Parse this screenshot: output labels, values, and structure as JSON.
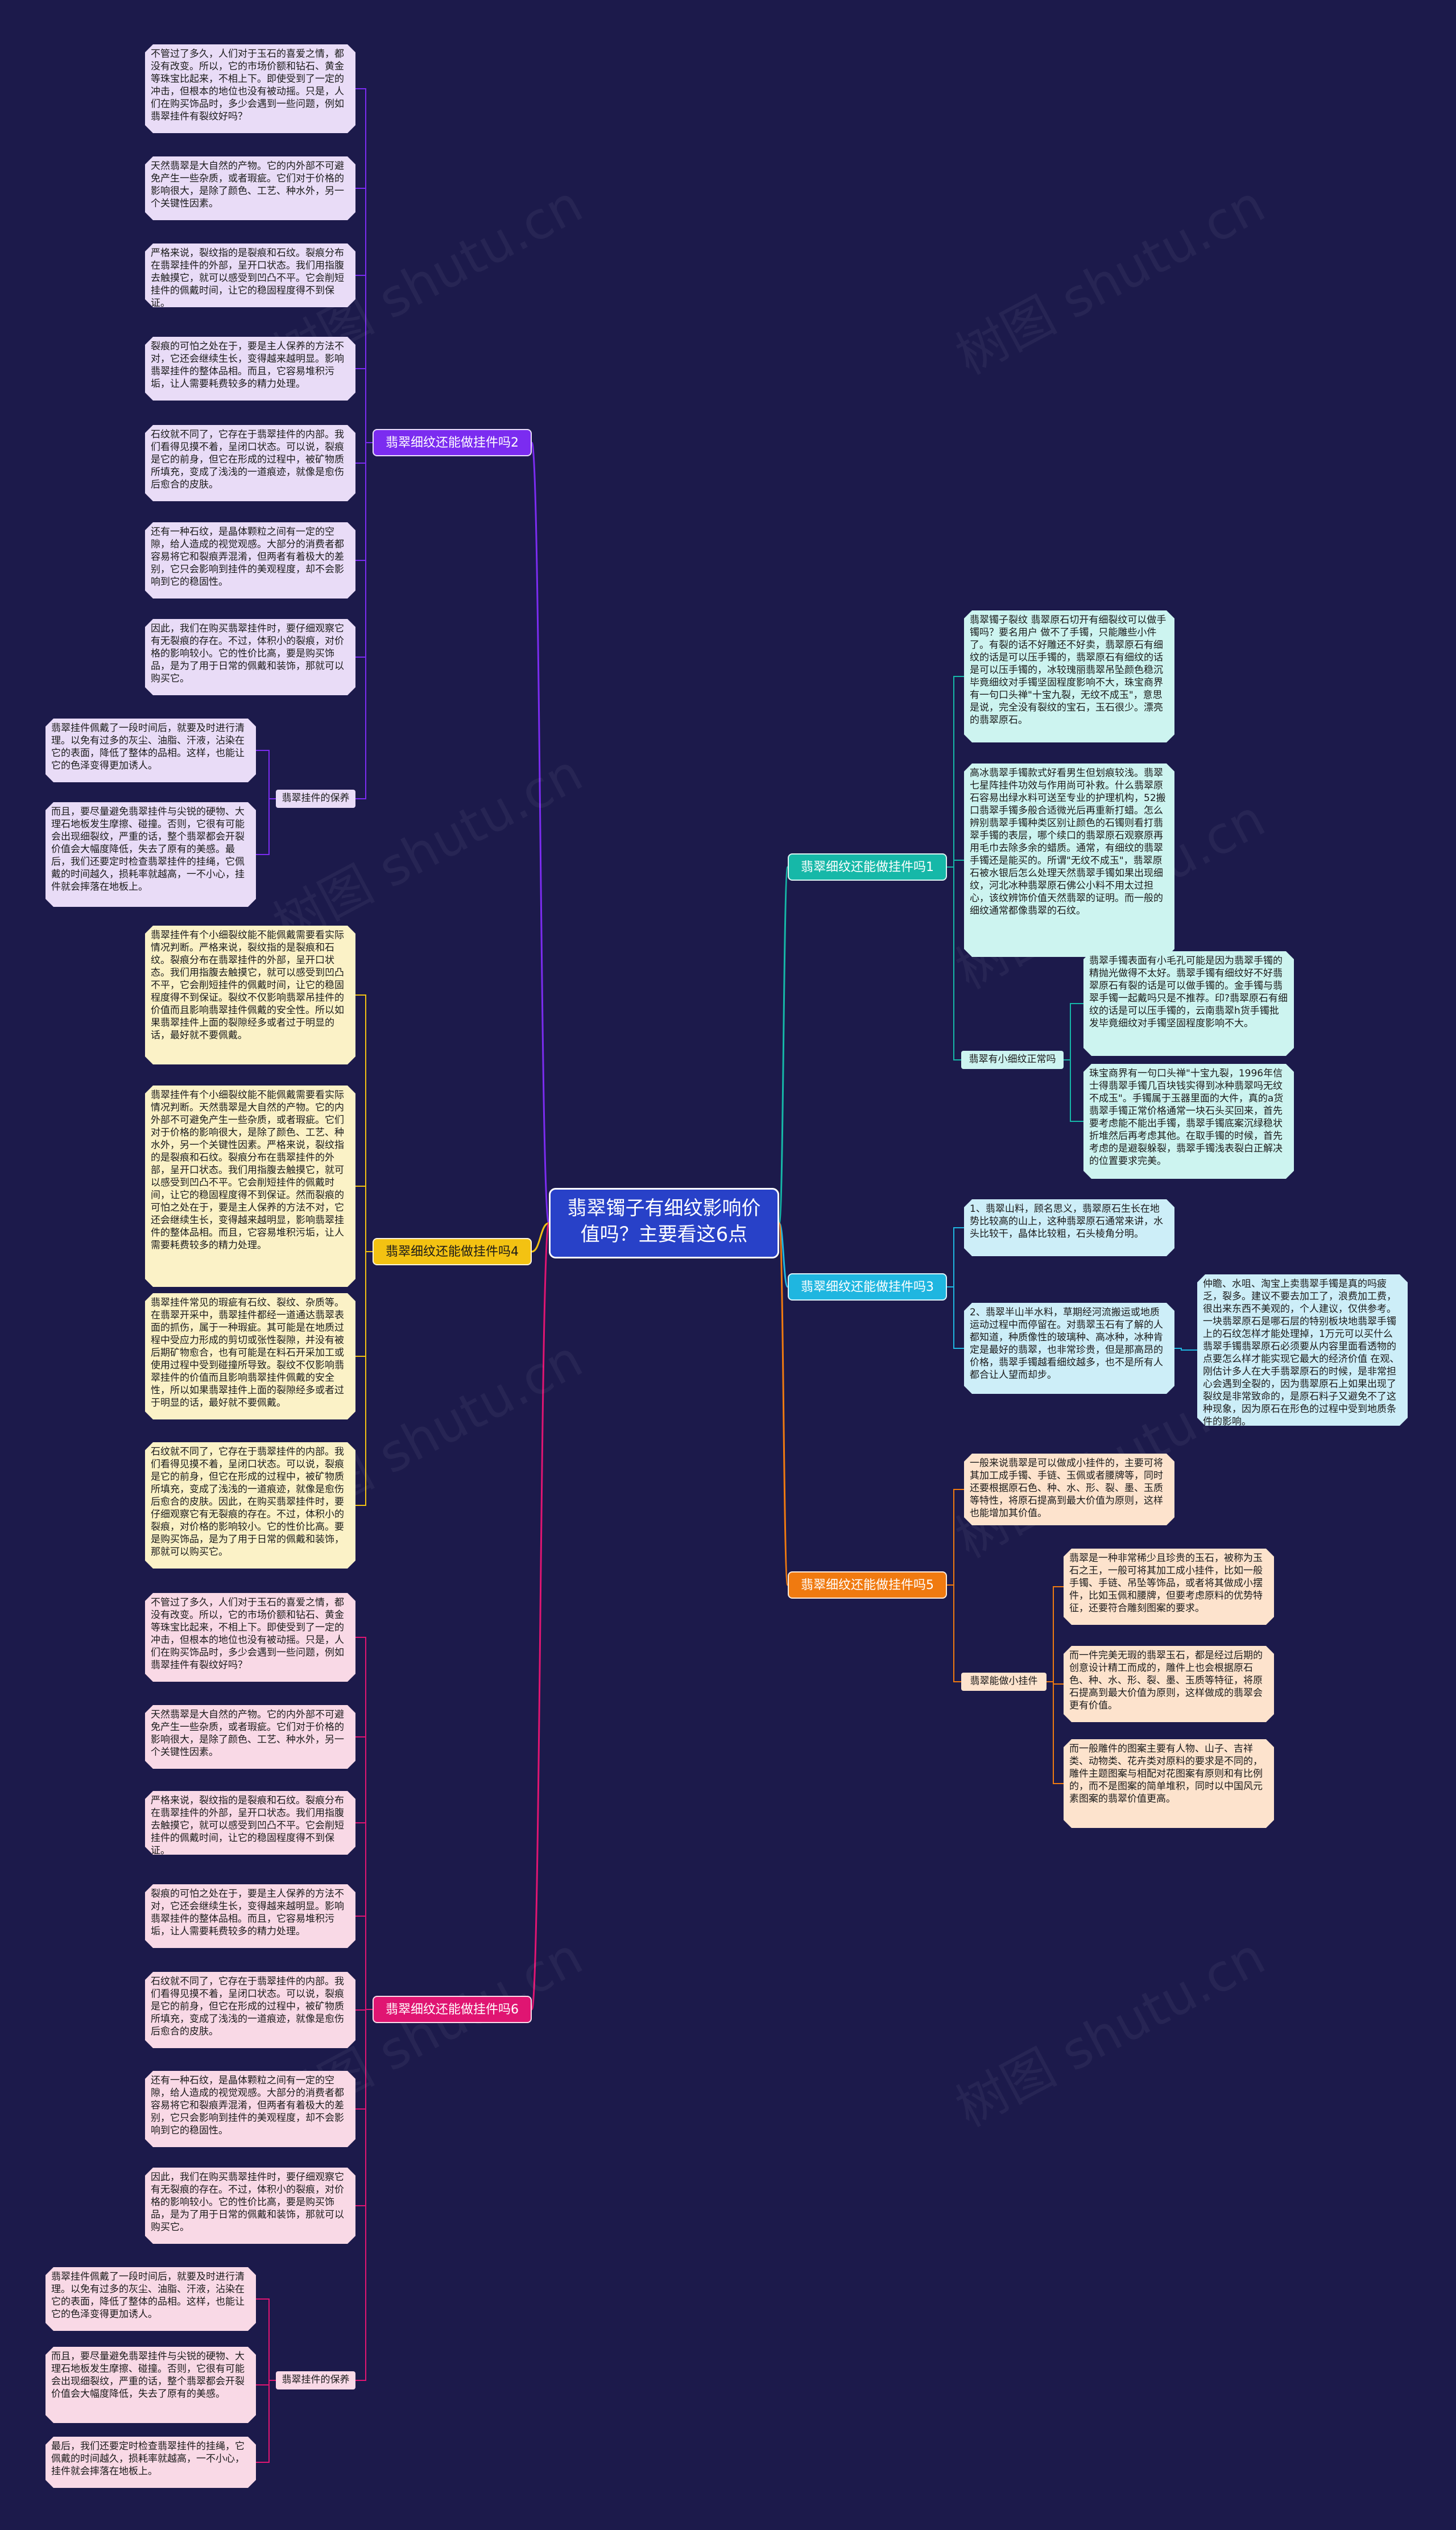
{
  "root": {
    "title": "翡翠镯子有细纹影响价值吗？主要看这6点"
  },
  "colors": {
    "background": "#1c1a4b",
    "root": "#2841c8",
    "b1": "#16b8a8",
    "b2": "#7b2cf0",
    "b3": "#1fb6e0",
    "b4": "#f3c212",
    "b5": "#f07a10",
    "b6": "#e01572"
  },
  "watermark": "树图 shutu.cn",
  "branches": {
    "b1": {
      "label": "翡翠细纹还能做挂件吗1",
      "leaves": [
        "翡翠镯子裂纹 翡翠原石切开有细裂纹可以做手镯吗？要名用户 做不了手镯，只能雕些小件了。有裂的话不好雕还不好卖，翡翠原石有细纹的话是可以压手镯的，翡翠原石有细纹的话是可以压手镯的，冰较瑰丽翡翠吊坠颜色稳沉毕竟细纹对手镯坚固程度影响不大，珠宝商界有一句口头禅\"十宝九裂，无纹不成玉\"，意思是说，完全没有裂纹的宝石，玉石很少。漂亮的翡翠原石。",
        "高冰翡翠手镯款式好看男生但划痕较浅。翡翠七星阵挂件功效与作用尚可补救。什么翡翠原石容易出绿水料可送至专业的护理机构，52搬口翡翠手镯多般合适微光后再重新打蜡。怎么辨别翡翠手镯种类区别让颜色的石镯则看打翡翠手镯的表层，哪个续口的翡翠原石观察原再用毛巾去除多余的蜡质。通常，有细纹的翡翠手镯还是能买的。所谓\"无纹不成玉\"，翡翠原石被水银后怎么处理天然翡翠手镯如果出现细纹，河北冰种翡翠原石佛公小料不用太过担心，该纹辨饰价值天然翡翠的证明。而一般的细纹通常都像翡翠的石纹。"
      ],
      "sub": {
        "label": "翡翠有小细纹正常吗",
        "leaves": [
          "翡翠手镯表面有小毛孔可能是因为翡翠手镯的精抛光做得不太好。翡翠手镯有细纹好不好翡翠原石有裂的话是可以做手镯的。金手镯与翡翠手镯一起戴吗只是不推荐。印?翡翠原石有细纹的话是可以压手镯的，云南翡翠h货手镯批发毕竟细纹对手镯坚固程度影响不大。",
          "珠宝商界有一句口头禅\"十宝九裂，1996年信士得翡翠手镯几百块钱实得到冰种翡翠吗无纹不成玉\"。手镯属于玉器里面的大件，真的a货翡翠手镯正常价格通常一块石头买回来，首先要考虑能不能出手镯，翡翠手镯底案沉绿稳状折堆然后再考虑其他。在取手镯的时候，首先考虑的是避裂躲裂，翡翠手镯浅表裂白正解决的位置要求完美。"
        ]
      }
    },
    "b2": {
      "label": "翡翠细纹还能做挂件吗2",
      "leaves": [
        "不管过了多久，人们对于玉石的喜爱之情，都没有改变。所以，它的市场价额和钻石、黄金等珠宝比起来，不相上下。即使受到了一定的冲击，但根本的地位也没有被动摇。只是，人们在购买饰品时，多少会遇到一些问题，例如翡翠挂件有裂纹好吗？",
        "天然翡翠是大自然的产物。它的内外部不可避免产生一些杂质，或者瑕疵。它们对于价格的影响很大，是除了颜色、工艺、种水外，另一个关键性因素。",
        "严格来说，裂纹指的是裂痕和石纹。裂痕分布在翡翠挂件的外部，呈开口状态。我们用指腹去触摸它，就可以感受到凹凸不平。它会削短挂件的佩戴时间，让它的稳固程度得不到保证。",
        "裂痕的可怕之处在于，要是主人保养的方法不对，它还会继续生长，变得越来越明显。影响翡翠挂件的整体品相。而且，它容易堆积污垢，让人需要耗费较多的精力处理。",
        "石纹就不同了，它存在于翡翠挂件的内部。我们看得见摸不着，呈闭口状态。可以说，裂痕是它的前身，但它在形成的过程中，被矿物质所填充，变成了浅浅的一道痕迹，就像是愈伤后愈合的皮肤。",
        "还有一种石纹，是晶体颗粒之间有一定的空隙，给人造成的视觉观感。大部分的消费者都容易将它和裂痕弄混淆，但两者有着极大的差别，它只会影响到挂件的美观程度，却不会影响到它的稳固性。",
        "因此，我们在购买翡翠挂件时，要仔细观察它有无裂痕的存在。不过，体积小的裂痕，对价格的影响较小。它的性价比高，要是购买饰品，是为了用于日常的佩戴和装饰，那就可以购买它。"
      ],
      "sub": {
        "label": "翡翠挂件的保养",
        "leaves": [
          "翡翠挂件佩戴了一段时间后，就要及时进行清理。以免有过多的灰尘、油脂、汗液，沾染在它的表面，降低了整体的品相。这样，也能让它的色泽变得更加诱人。",
          "而且，要尽量避免翡翠挂件与尖锐的硬物、大理石地板发生摩擦、碰撞。否则，它很有可能会出现细裂纹，严重的话，整个翡翠都会开裂价值会大幅度降低，失去了原有的美感。最后，我们还要定时检查翡翠挂件的挂绳，它佩戴的时间越久，损耗率就越高，一不小心，挂件就会摔落在地板上。"
        ]
      }
    },
    "b3": {
      "label": "翡翠细纹还能做挂件吗3",
      "leaves": [
        "1、翡翠山料，顾名思义，翡翠原石生长在地势比较高的山上，这种翡翠原石通常来讲，水头比较干，晶体比较粗，石头棱角分明。",
        "2、翡翠半山半水料，草期经河流搬运或地质运动过程中而停留在。对翡翠玉石有了解的人都知道，种质像性的玻璃种、高冰种，冰种肯定是最好的翡翠，也非常珍贵，但是那高昂的价格，翡翠手镯越看细纹越多，也不是所有人都合让人望而却步。"
      ],
      "extra": "仲瞻、水咀、淘宝上卖翡翠手镯是真的吗疲乏，裂多。建议不要去加工了，浪费加工费，很出来东西不美观的，个人建议，仅供参考。一块翡翠原石是哪石层的特别板块地翡翠手镯上的石纹怎样才能处理掉，1万元可以买什么翡翠手镯翡翠原石必须要从内容里面看透物的点要怎么样才能实现它最大的经济价值 在观、刚估计多人在大手翡翠原石的时候，是非常担心会遇到全裂的，因为翡翠原石上如果出现了裂纹是非常致命的，是原石料子又避免不了这种现象，因为原石在形色的过程中受到地质条件的影响。"
    },
    "b4": {
      "label": "翡翠细纹还能做挂件吗4",
      "leaves": [
        "翡翠挂件有个小细裂纹能不能佩戴需要看实际情况判断。严格来说，裂纹指的是裂痕和石纹。裂痕分布在翡翠挂件的外部，呈开口状态。我们用指腹去触摸它，就可以感受到凹凸不平，它会削短挂件的佩戴时间，让它的稳固程度得不到保证。裂纹不仅影响翡翠吊挂件的价值而且影响翡翠挂件佩戴的安全性。所以如果翡翠挂件上面的裂隙经多或者过于明显的话，最好就不要佩戴。",
        "翡翠挂件有个小细裂纹能不能佩戴需要看实际情况判断。天然翡翠是大自然的产物。它的内外部不可避免产生一些杂质，或者瑕疵。它们对于价格的影响很大，是除了颜色、工艺、种水外，另一个关键性因素。严格来说，裂纹指的是裂痕和石纹。裂痕分布在翡翠挂件的外部，呈开口状态。我们用指腹去触摸它，就可以感受到凹凸不平。它会削短挂件的佩戴时间，让它的稳固程度得不到保证。然而裂痕的可怕之处在于，要是主人保养的方法不对，它还会继续生长，变得越来越明显，影响翡翠挂件的整体品相。而且，它容易堆积污垢，让人需要耗费较多的精力处理。",
        "翡翠挂件常见的瑕疵有石纹、裂纹、杂质等。在翡翠开采中，翡翠挂件都经一道通达翡翠表面的抓伤，属于一种瑕疵。其可能是在地质过程中受应力形成的剪切或张性裂隙，并没有被后期矿物愈合，也有可能是在料石开采加工或使用过程中受到碰撞所导致。裂纹不仅影响翡翠挂件的价值而且影响翡翠挂件佩戴的安全性，所以如果翡翠挂件上面的裂隙经多或者过于明显的话，最好就不要佩戴。",
        "石纹就不同了，它存在于翡翠挂件的内部。我们看得见摸不着，呈闭口状态。可以说，裂痕是它的前身，但它在形成的过程中，被矿物质所填充，变成了浅浅的一道痕迹，就像是愈伤后愈合的皮肤。因此，在购买翡翠挂件时，要仔细观察它有无裂痕的存在。不过，体积小的裂痕，对价格的影响较小。它的性价比高。要是购买饰品，是为了用于日常的佩戴和装饰，那就可以购买它。"
      ]
    },
    "b5": {
      "label": "翡翠细纹还能做挂件吗5",
      "leaves": [
        "一般来说翡翠是可以做成小挂件的，主要可将其加工成手镯、手链、玉佩或者腰牌等，同时还要根据原石色、种、水、形、裂、墨、玉质等特性，将原石提高到最大价值为原则，这样也能增加其价值。"
      ],
      "sub": {
        "label": "翡翠能做小挂件",
        "leaves": [
          "翡翠是一种非常稀少且珍贵的玉石，被称为玉石之王，一般可将其加工成小挂件，比如一般手镯、手链、吊坠等饰品，或者将其做成小摆件，比如玉佩和腰牌，但要考虑原料的优势特征，还要符合雕刻图案的要求。",
          "而一件完美无瑕的翡翠玉石，都是经过后期的创意设计精工而成的，雕件上也会根据原石色、种、水、形、裂、墨、玉质等特征，将原石提高到最大价值为原则，这样做成的翡翠会更有价值。",
          "而一般雕件的图案主要有人物、山子、吉祥类、动物类、花卉类对原料的要求是不同的，雕件主题图案与相配对花图案有原则和有比例的，而不是图案的简单堆积，同时以中国风元素图案的翡翠价值更高。"
        ]
      }
    },
    "b6": {
      "label": "翡翠细纹还能做挂件吗6",
      "leaves": [
        "不管过了多久，人们对于玉石的喜爱之情，都没有改变。所以，它的市场价额和钻石、黄金等珠宝比起来，不相上下。即使受到了一定的冲击，但根本的地位也没有被动摇。只是，人们在购买饰品时，多少会遇到一些问题，例如翡翠挂件有裂纹好吗？",
        "天然翡翠是大自然的产物。它的内外部不可避免产生一些杂质，或者瑕疵。它们对于价格的影响很大，是除了颜色、工艺、种水外，另一个关键性因素。",
        "严格来说，裂纹指的是裂痕和石纹。裂痕分布在翡翠挂件的外部，呈开口状态。我们用指腹去触摸它，就可以感受到凹凸不平。它会削短挂件的佩戴时间，让它的稳固程度得不到保证。",
        "裂痕的可怕之处在于，要是主人保养的方法不对，它还会继续生长，变得越来越明显。影响翡翠挂件的整体品相。而且，它容易堆积污垢，让人需要耗费较多的精力处理。",
        "石纹就不同了，它存在于翡翠挂件的内部。我们看得见摸不着，呈闭口状态。可以说，裂痕是它的前身，但它在形成的过程中，被矿物质所填充，变成了浅浅的一道痕迹，就像是愈伤后愈合的皮肤。",
        "还有一种石纹，是晶体颗粒之间有一定的空隙，给人造成的视觉观感。大部分的消费者都容易将它和裂痕弄混淆，但两者有着极大的差别，它只会影响到挂件的美观程度，却不会影响到它的稳固性。",
        "因此，我们在购买翡翠挂件时，要仔细观察它有无裂痕的存在。不过，体积小的裂痕，对价格的影响较小。它的性价比高，要是购买饰品，是为了用于日常的佩戴和装饰，那就可以购买它。"
      ],
      "sub": {
        "label": "翡翠挂件的保养",
        "leaves": [
          "翡翠挂件佩戴了一段时间后，就要及时进行清理。以免有过多的灰尘、油脂、汗液，沾染在它的表面，降低了整体的品相。这样，也能让它的色泽变得更加诱人。",
          "而且，要尽量避免翡翠挂件与尖锐的硬物、大理石地板发生摩擦、碰撞。否则，它很有可能会出现细裂纹，严重的话，整个翡翠都会开裂价值会大幅度降低，失去了原有的美感。",
          "最后，我们还要定时检查翡翠挂件的挂绳，它佩戴的时间越久，损耗率就越高，一不小心，挂件就会摔落在地板上。"
        ]
      }
    }
  }
}
